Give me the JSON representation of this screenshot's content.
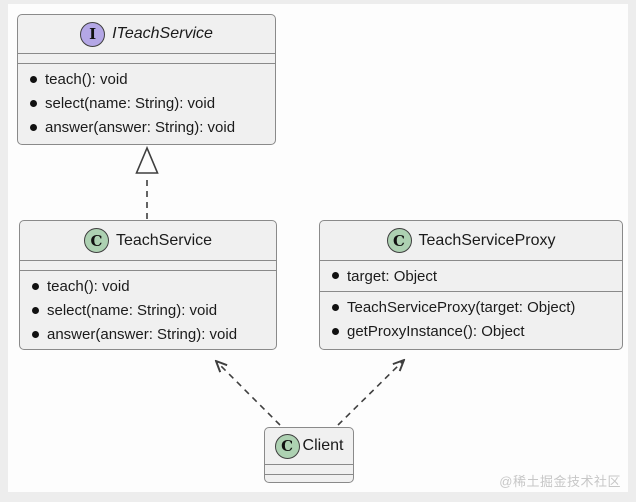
{
  "colors": {
    "page_bg": "#ededed",
    "canvas_bg": "#fdfdfd",
    "box_fill": "#f0f0f0",
    "box_border": "#8a8a8a",
    "line_color": "#3f3f3f",
    "interface_icon_bg": "#b4a7e6",
    "class_icon_bg": "#add1b2",
    "icon_border": "#3f3f3f",
    "text_color": "#1b1b1b",
    "watermark_color": "#c7c7c7"
  },
  "classes": {
    "iteachservice": {
      "kind": "interface",
      "icon_letter": "I",
      "name": "ITeachService",
      "methods": [
        "teach(): void",
        "select(name: String): void",
        "answer(answer: String): void"
      ]
    },
    "teachservice": {
      "kind": "class",
      "icon_letter": "C",
      "name": "TeachService",
      "methods": [
        "teach(): void",
        "select(name: String): void",
        "answer(answer: String): void"
      ]
    },
    "teachserviceproxy": {
      "kind": "class",
      "icon_letter": "C",
      "name": "TeachServiceProxy",
      "fields": [
        "target: Object"
      ],
      "methods": [
        "TeachServiceProxy(target: Object)",
        "getProxyInstance(): Object"
      ]
    },
    "client": {
      "kind": "class",
      "icon_letter": "C",
      "name": "Client"
    }
  },
  "relations": [
    {
      "type": "realization",
      "from": "TeachService",
      "to": "ITeachService"
    },
    {
      "type": "dependency",
      "from": "Client",
      "to": "TeachService"
    },
    {
      "type": "dependency",
      "from": "Client",
      "to": "TeachServiceProxy"
    }
  ],
  "watermark": "@稀土掘金技术社区"
}
